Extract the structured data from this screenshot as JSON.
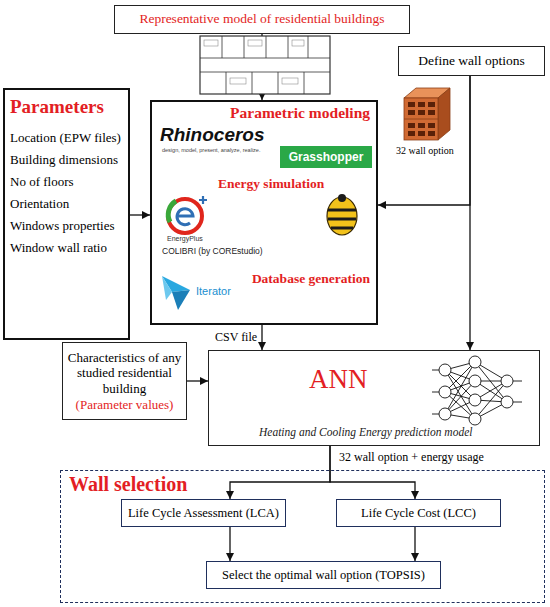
{
  "diagram": {
    "nodes": [
      {
        "text": [
          "Representative model of residential buildings"
        ]
      },
      {
        "text": [
          "Define wall options"
        ]
      },
      {
        "text": [
          "Parameters",
          "Location (EPW files)",
          "Building dimensions",
          "No of floors",
          "Orientation",
          "Windows properties",
          "Window wall ratio"
        ]
      },
      {
        "text": [
          "Parametric modeling",
          "Energy simulation",
          "Database generation"
        ]
      },
      {
        "text": [
          "Characteristics of any studied residential building",
          "(Parameter values)"
        ]
      },
      {
        "text": [
          "ANN",
          "Heating and Cooling Energy prediction model"
        ]
      },
      {
        "text": [
          "Wall selection"
        ]
      },
      {
        "text": [
          "Life Cycle Assessment (LCA)"
        ],
        "in": 6
      },
      {
        "text": [
          "Life Cycle Cost (LCC)"
        ],
        "in": 6
      },
      {
        "text": [
          "Select the optimal wall option (TOPSIS)"
        ],
        "in": 6
      }
    ],
    "edges": [
      {
        "from": 0,
        "to": 3,
        "arrow": "to"
      },
      {
        "from": 2,
        "to": 3,
        "arrow": "to"
      },
      {
        "from": 1,
        "to": 3,
        "arrow": "to"
      },
      {
        "from": 1,
        "to": 5,
        "arrow": "to"
      },
      {
        "from": 3,
        "to": 5,
        "label": "CSV file",
        "arrow": "to"
      },
      {
        "from": 4,
        "to": 5,
        "arrow": "to"
      },
      {
        "from": 5,
        "to": 7,
        "label": "32 wall option + energy usage",
        "arrow": "to"
      },
      {
        "from": 5,
        "to": 8,
        "arrow": "to"
      },
      {
        "from": 7,
        "to": 9,
        "arrow": "to"
      },
      {
        "from": 8,
        "to": 9,
        "arrow": "to"
      }
    ],
    "labels": [
      "32 wall option",
      "Rhinoceros",
      "design, model, present, analyze, realize.",
      "Grasshopper",
      "EnergyPlus",
      "COLIBRI (by COREstudio)",
      "Iterator"
    ]
  }
}
